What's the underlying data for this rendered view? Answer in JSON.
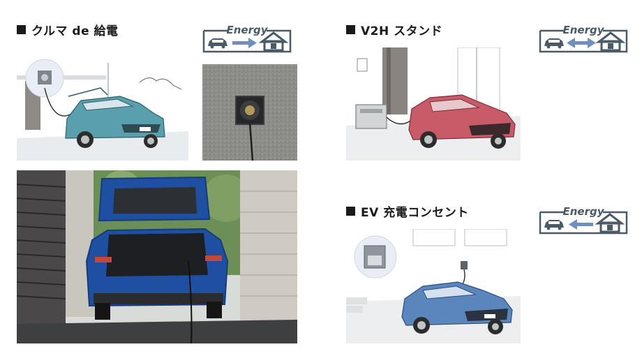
{
  "sections": {
    "kuruma": {
      "title": "クルマ de 給電"
    },
    "v2h": {
      "title": "V2H スタンド"
    },
    "ev": {
      "title": "EV 充電コンセント"
    }
  },
  "badge": {
    "label": "Energy"
  },
  "colors": {
    "badge_frame": "#4a5a66",
    "arrow": "#6f8fc0",
    "teal_car": "#5a9fae",
    "red_car": "#c95a68",
    "blue_car": "#5b86bd",
    "photo_car": "#1f4fa0"
  },
  "icons": [
    "car-icon",
    "house-icon",
    "arrow-right-icon",
    "arrow-both-icon",
    "arrow-left-icon"
  ]
}
